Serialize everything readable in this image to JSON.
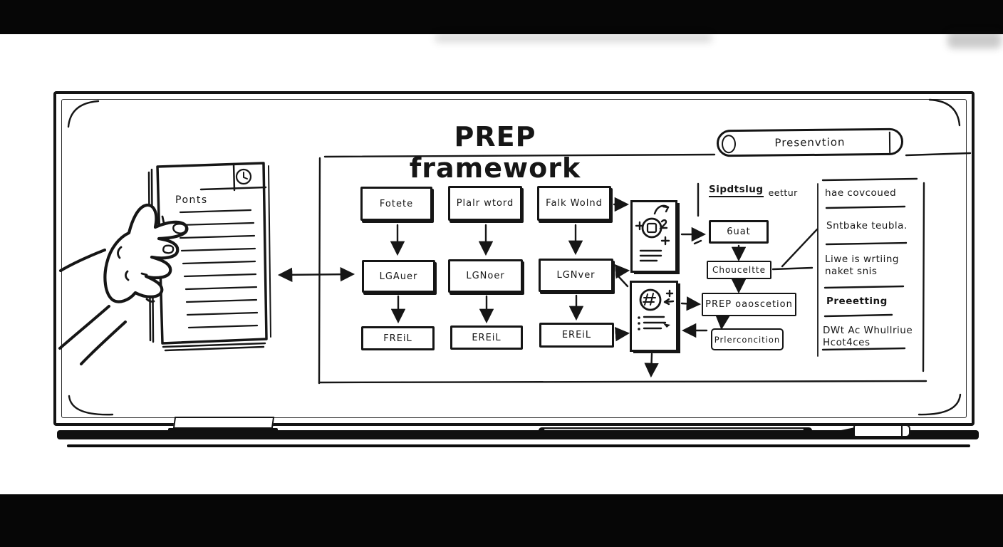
{
  "colors": {
    "ink": "#161616",
    "bar": "#060606",
    "paper": "#ffffff"
  },
  "title": "PREP framework",
  "marker_pill": {
    "label": "Presenvtion"
  },
  "notepad": {
    "label": "Ponts",
    "icon": "clock-icon"
  },
  "grid": {
    "rows": [
      [
        "Fotete",
        "Plalr wtord",
        "Falk Wolnd"
      ],
      [
        "LGAuer",
        "LGNoer",
        "LGNver"
      ],
      [
        "FREiL",
        "EREiL",
        "EREiL"
      ]
    ]
  },
  "cards": [
    {
      "icon": "document-clock-plus-icon"
    },
    {
      "icon": "document-hash-list-icon"
    }
  ],
  "flow": {
    "heading_underlined": "Sipdtslug",
    "heading_rest": "eettur",
    "boxes": [
      "6uat",
      "Chouceltte",
      "PREP oaoscetion",
      "Prlerconcition"
    ]
  },
  "notes": {
    "lines": [
      "hae covcoued",
      "Sntbake teubla.",
      "Liwe is wrtiing",
      "naket snis",
      "Preeetting",
      "DWt Ac Whullriue",
      "Hcot4ces"
    ]
  }
}
